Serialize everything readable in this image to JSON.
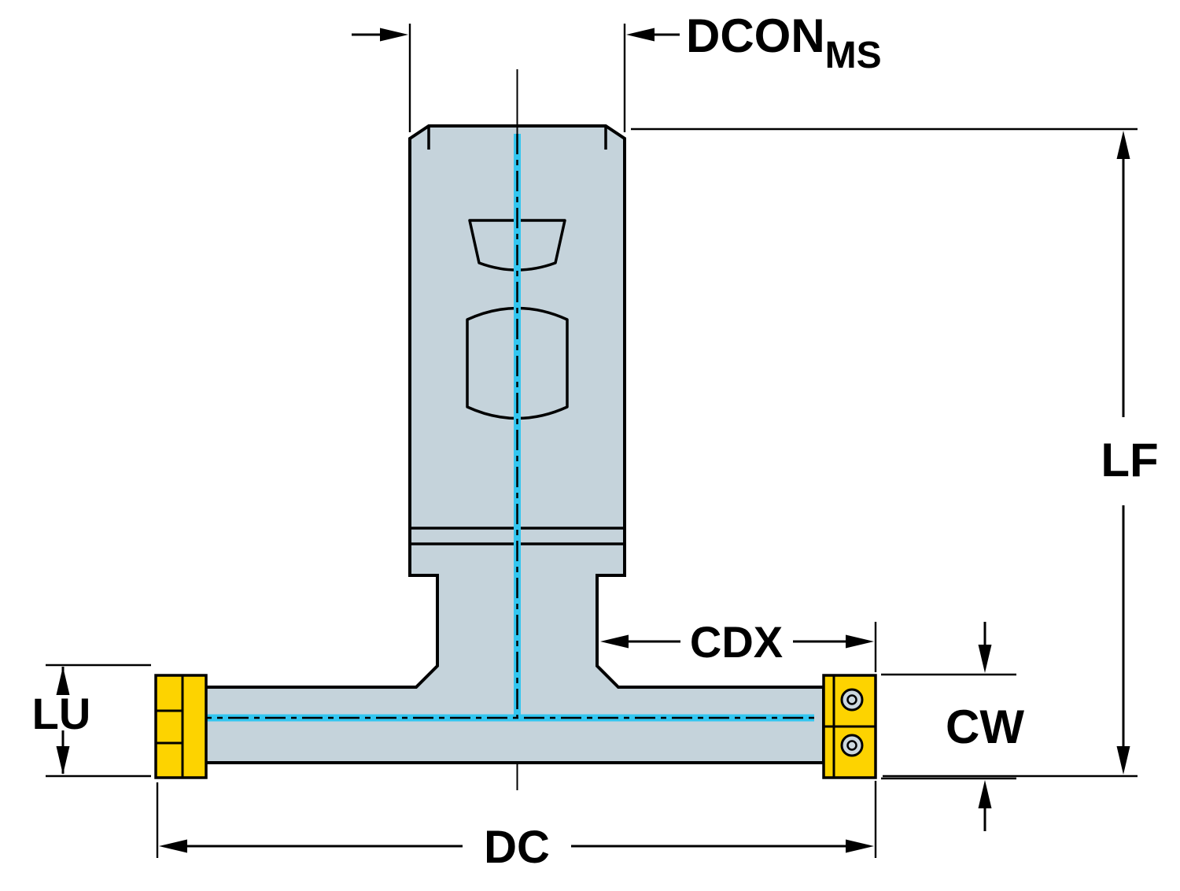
{
  "drawing": {
    "labels": {
      "dcon": {
        "main": "DCON",
        "sub": "MS"
      },
      "lf": "LF",
      "lu": "LU",
      "cdx": "CDX",
      "cw": "CW",
      "dc": "DC"
    },
    "colors": {
      "body_fill": "#c5d3db",
      "insert_fill": "#fdd300",
      "centerline": "#33c6f0",
      "outline": "#000000",
      "background": "#ffffff",
      "screw_hole_fill": "#ccd8df"
    }
  }
}
